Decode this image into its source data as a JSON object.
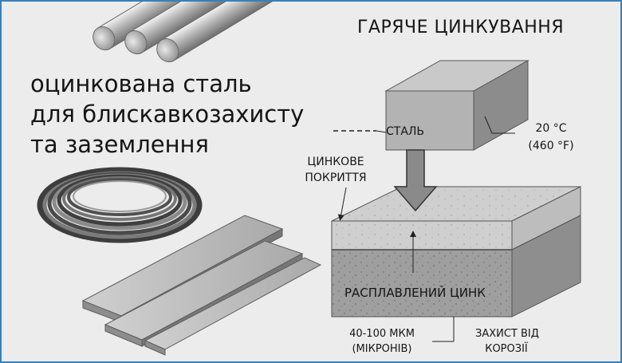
{
  "title": "ГАРЯЧЕ ЦИНКУВАННЯ",
  "subtitle": {
    "line1": "оцинкована сталь",
    "line2": "для блискавкозахисту",
    "line3": "та заземлення"
  },
  "labels": {
    "steel": "СТАЛЬ",
    "temperature": [
      "20 °C",
      "(460 °F)"
    ],
    "zinc_coating": [
      "ЦИНКОВЕ",
      "ПОКРИТТЯ"
    ],
    "molten_zinc": "РАСПЛАВЛЕНИЙ ЦИНК",
    "thickness": [
      "40-100 МКМ",
      "(МІКРОНІВ)"
    ],
    "protection": [
      "ЗАХИСТ ВІД",
      "КОРОЗІЇ"
    ]
  },
  "colors": {
    "frame_border": "#3a7fb5",
    "background": "#ececec",
    "text": "#151515",
    "steel_metal": "#b7b7b7",
    "zinc_bath": "#a8a8a8"
  },
  "icons": [
    "steel-rods-illustration",
    "wire-coil-illustration",
    "steel-strips-illustration",
    "steel-block-illustration",
    "down-arrow-icon",
    "zinc-bath-illustration"
  ]
}
